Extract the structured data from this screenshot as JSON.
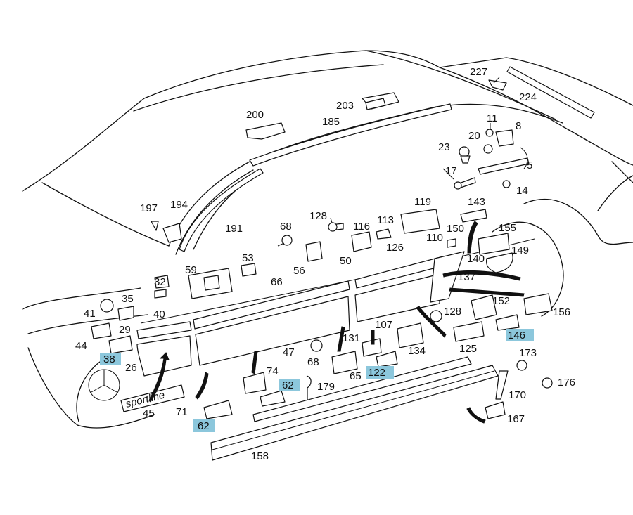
{
  "highlight_color": "#8cc7dc",
  "labels": [
    {
      "id": "227",
      "text": "227"
    },
    {
      "id": "224",
      "text": "224"
    },
    {
      "id": "200",
      "text": "200"
    },
    {
      "id": "203",
      "text": "203"
    },
    {
      "id": "185",
      "text": "185"
    },
    {
      "id": "11",
      "text": "11"
    },
    {
      "id": "8",
      "text": "8"
    },
    {
      "id": "20",
      "text": "20"
    },
    {
      "id": "23",
      "text": "23"
    },
    {
      "id": "5",
      "text": "5"
    },
    {
      "id": "17",
      "text": "17"
    },
    {
      "id": "14",
      "text": "14"
    },
    {
      "id": "197",
      "text": "197"
    },
    {
      "id": "194",
      "text": "194"
    },
    {
      "id": "128a",
      "text": "128"
    },
    {
      "id": "119",
      "text": "119"
    },
    {
      "id": "143",
      "text": "143"
    },
    {
      "id": "191",
      "text": "191"
    },
    {
      "id": "68a",
      "text": "68"
    },
    {
      "id": "116",
      "text": "116"
    },
    {
      "id": "113",
      "text": "113"
    },
    {
      "id": "150",
      "text": "150"
    },
    {
      "id": "155",
      "text": "155"
    },
    {
      "id": "110",
      "text": "110"
    },
    {
      "id": "126",
      "text": "126"
    },
    {
      "id": "149",
      "text": "149"
    },
    {
      "id": "53",
      "text": "53"
    },
    {
      "id": "56",
      "text": "56"
    },
    {
      "id": "50",
      "text": "50"
    },
    {
      "id": "140",
      "text": "140"
    },
    {
      "id": "59",
      "text": "59"
    },
    {
      "id": "137",
      "text": "137"
    },
    {
      "id": "32",
      "text": "32"
    },
    {
      "id": "66",
      "text": "66"
    },
    {
      "id": "35",
      "text": "35"
    },
    {
      "id": "152",
      "text": "152"
    },
    {
      "id": "41",
      "text": "41"
    },
    {
      "id": "40",
      "text": "40"
    },
    {
      "id": "128b",
      "text": "128"
    },
    {
      "id": "156",
      "text": "156"
    },
    {
      "id": "29",
      "text": "29"
    },
    {
      "id": "107",
      "text": "107"
    },
    {
      "id": "131",
      "text": "131"
    },
    {
      "id": "44",
      "text": "44"
    },
    {
      "id": "47",
      "text": "47"
    },
    {
      "id": "125",
      "text": "125"
    },
    {
      "id": "134",
      "text": "134"
    },
    {
      "id": "173",
      "text": "173"
    },
    {
      "id": "26",
      "text": "26"
    },
    {
      "id": "68b",
      "text": "68"
    },
    {
      "id": "74",
      "text": "74"
    },
    {
      "id": "65",
      "text": "65"
    },
    {
      "id": "176",
      "text": "176"
    },
    {
      "id": "179",
      "text": "179"
    },
    {
      "id": "170",
      "text": "170"
    },
    {
      "id": "45",
      "text": "45"
    },
    {
      "id": "71",
      "text": "71"
    },
    {
      "id": "167",
      "text": "167"
    },
    {
      "id": "158",
      "text": "158"
    }
  ],
  "highlighted_labels": [
    {
      "id": "h38",
      "text": "38"
    },
    {
      "id": "h62a",
      "text": "62"
    },
    {
      "id": "h122",
      "text": "122"
    },
    {
      "id": "h146",
      "text": "146"
    },
    {
      "id": "h62b",
      "text": "62"
    }
  ],
  "emblem_text": "sportline"
}
